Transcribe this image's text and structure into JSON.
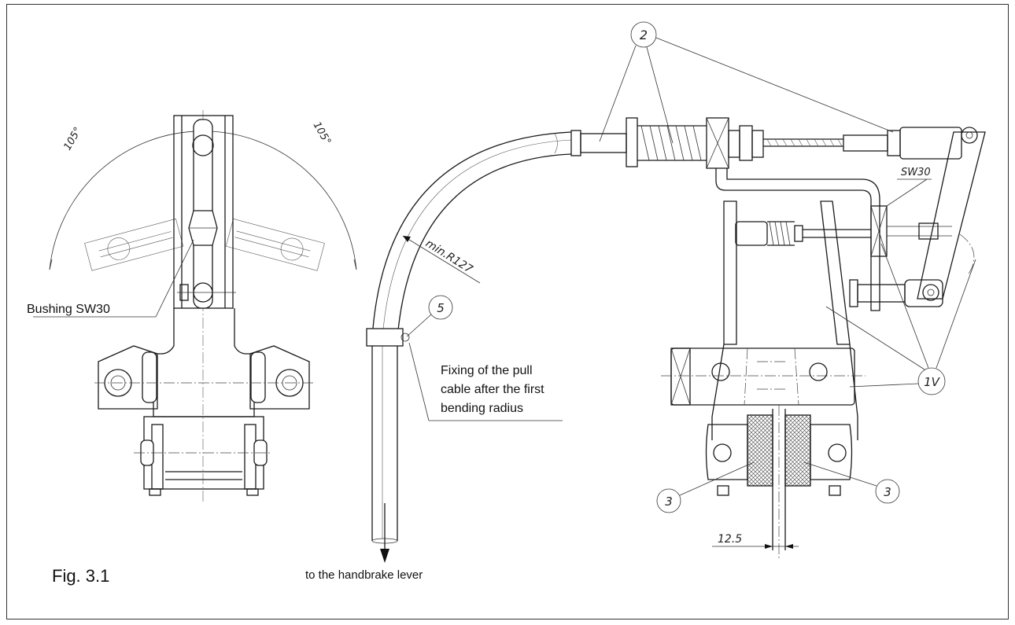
{
  "labels": {
    "bushing": "Bushing SW30",
    "figure": "Fig. 3.1",
    "handbrake": "to the handbrake lever",
    "fixing_line1": "Fixing of the pull",
    "fixing_line2": "cable after the first",
    "fixing_line3": "bending radius"
  },
  "dimensions": {
    "angle_left": "105°",
    "angle_right": "105°",
    "min_radius": "min.R127",
    "sw30": "SW30",
    "width": "12.5"
  },
  "callouts": {
    "c2": "2",
    "c5": "5",
    "c1v": "1V",
    "c3a": "3",
    "c3b": "3"
  }
}
